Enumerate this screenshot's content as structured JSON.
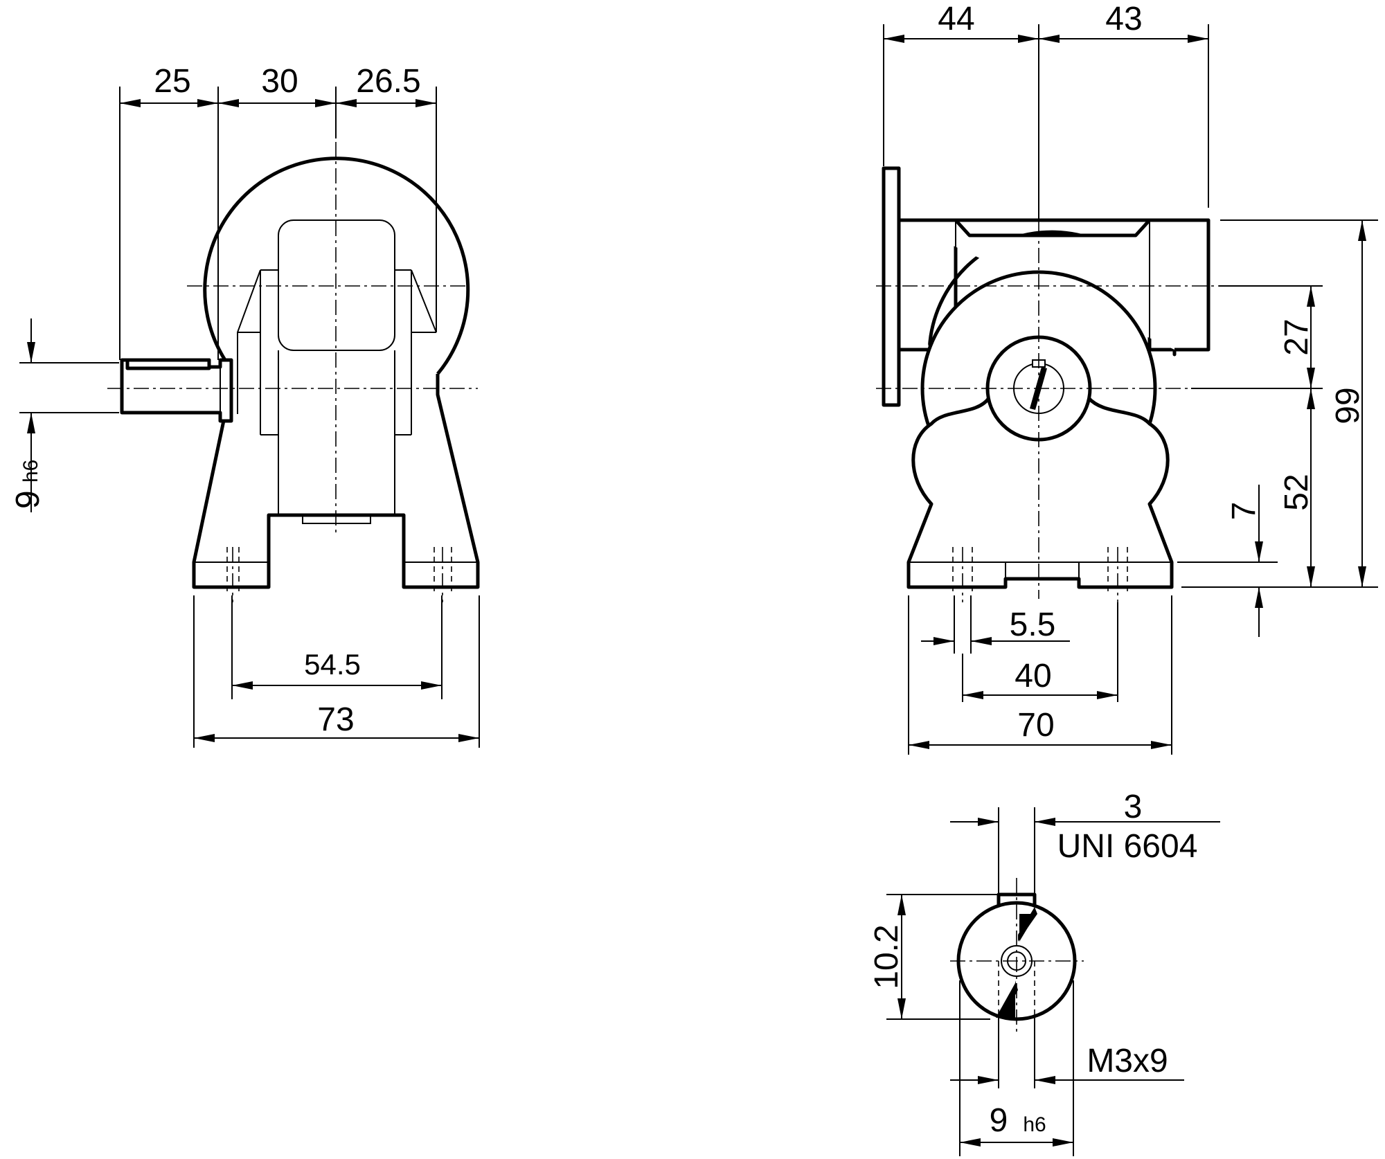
{
  "side_view": {
    "dim_top_1": "25",
    "dim_top_2": "30",
    "dim_top_3": "26.5",
    "dim_shaft_value": "9",
    "dim_shaft_tol": "h6",
    "dim_holes": "54.5",
    "dim_width": "73"
  },
  "front_view": {
    "dim_top_left": "44",
    "dim_top_right": "43",
    "dim_27": "27",
    "dim_99": "99",
    "dim_52": "52",
    "dim_7": "7",
    "dim_hole": "5.5",
    "dim_40": "40",
    "dim_70": "70"
  },
  "shaft_detail": {
    "dim_key": "3",
    "key_standard": "UNI 6604",
    "dim_height": "10.2",
    "thread": "M3x9",
    "dim_dia_value": "9",
    "dim_dia_tol": "h6"
  }
}
